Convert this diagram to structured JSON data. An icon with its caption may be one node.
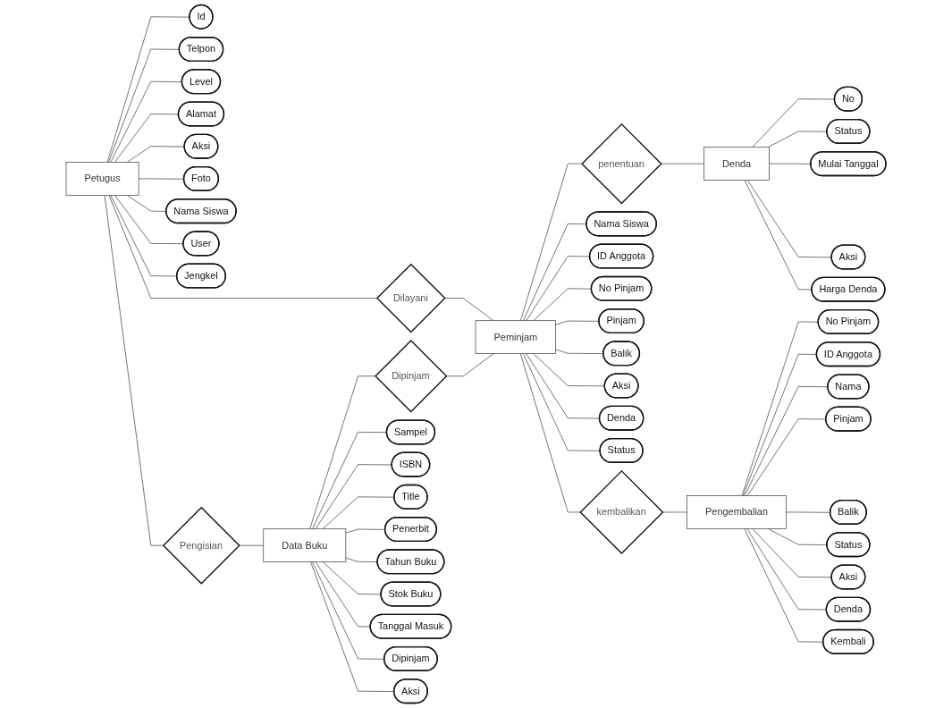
{
  "diagram": {
    "nodes": [
      {
        "text": [
          "Petugus"
        ]
      },
      {
        "text": [
          "Id"
        ]
      },
      {
        "text": [
          "Telpon"
        ]
      },
      {
        "text": [
          "Level"
        ]
      },
      {
        "text": [
          "Alamat"
        ]
      },
      {
        "text": [
          "Aksi"
        ]
      },
      {
        "text": [
          "Foto"
        ]
      },
      {
        "text": [
          "Nama Siswa"
        ]
      },
      {
        "text": [
          "User"
        ]
      },
      {
        "text": [
          "Jengkel"
        ]
      },
      {
        "text": [
          "Denda"
        ]
      },
      {
        "text": [
          "No"
        ]
      },
      {
        "text": [
          "Status"
        ]
      },
      {
        "text": [
          "Mulai Tanggal"
        ]
      },
      {
        "text": [
          "Aksi"
        ]
      },
      {
        "text": [
          "Harga Denda"
        ]
      },
      {
        "text": [
          "penentuan"
        ]
      },
      {
        "text": [
          "Dilayani"
        ]
      },
      {
        "text": [
          "Peminjam"
        ]
      },
      {
        "text": [
          "Nama Siswa"
        ]
      },
      {
        "text": [
          "ID Anggota"
        ]
      },
      {
        "text": [
          "No Pinjam"
        ]
      },
      {
        "text": [
          "Pinjam"
        ]
      },
      {
        "text": [
          "Balik"
        ]
      },
      {
        "text": [
          "Aksi"
        ]
      },
      {
        "text": [
          "Denda"
        ]
      },
      {
        "text": [
          "Status"
        ]
      },
      {
        "text": [
          "Pengisian"
        ]
      },
      {
        "text": [
          "Dipinjam"
        ]
      },
      {
        "text": [
          "kembalikan"
        ]
      },
      {
        "text": [
          "Data Buku"
        ]
      },
      {
        "text": [
          "Sampel"
        ]
      },
      {
        "text": [
          "ISBN"
        ]
      },
      {
        "text": [
          "Title"
        ]
      },
      {
        "text": [
          "Penerbit"
        ]
      },
      {
        "text": [
          "Tahun Buku"
        ]
      },
      {
        "text": [
          "Stok Buku"
        ]
      },
      {
        "text": [
          "Tanggal Masuk"
        ]
      },
      {
        "text": [
          "Dipinjam"
        ]
      },
      {
        "text": [
          "Aksi"
        ]
      },
      {
        "text": [
          "Pengembalian"
        ]
      },
      {
        "text": [
          "No Pinjam"
        ]
      },
      {
        "text": [
          "ID Anggota"
        ]
      },
      {
        "text": [
          "Nama"
        ]
      },
      {
        "text": [
          "Pinjam"
        ]
      },
      {
        "text": [
          "Balik"
        ]
      },
      {
        "text": [
          "Status"
        ]
      },
      {
        "text": [
          "Aksi"
        ]
      },
      {
        "text": [
          "Denda"
        ]
      },
      {
        "text": [
          "Kembali"
        ]
      }
    ],
    "edges": [
      {
        "from": 0,
        "to": 1,
        "arrow": "none"
      },
      {
        "from": 0,
        "to": 2,
        "arrow": "none"
      },
      {
        "from": 0,
        "to": 3,
        "arrow": "none"
      },
      {
        "from": 0,
        "to": 4,
        "arrow": "none"
      },
      {
        "from": 0,
        "to": 5,
        "arrow": "none"
      },
      {
        "from": 0,
        "to": 6,
        "arrow": "none"
      },
      {
        "from": 0,
        "to": 7,
        "arrow": "none"
      },
      {
        "from": 0,
        "to": 8,
        "arrow": "none"
      },
      {
        "from": 0,
        "to": 9,
        "arrow": "none"
      },
      {
        "from": 10,
        "to": 11,
        "arrow": "none"
      },
      {
        "from": 10,
        "to": 12,
        "arrow": "none"
      },
      {
        "from": 10,
        "to": 13,
        "arrow": "none"
      },
      {
        "from": 10,
        "to": 14,
        "arrow": "none"
      },
      {
        "from": 10,
        "to": 15,
        "arrow": "none"
      },
      {
        "from": 0,
        "to": 17,
        "arrow": "none"
      },
      {
        "from": 17,
        "to": 18,
        "arrow": "none"
      },
      {
        "from": 18,
        "to": 16,
        "arrow": "none"
      },
      {
        "from": 16,
        "to": 10,
        "arrow": "none"
      },
      {
        "from": 18,
        "to": 19,
        "arrow": "none"
      },
      {
        "from": 18,
        "to": 20,
        "arrow": "none"
      },
      {
        "from": 18,
        "to": 21,
        "arrow": "none"
      },
      {
        "from": 18,
        "to": 22,
        "arrow": "none"
      },
      {
        "from": 18,
        "to": 23,
        "arrow": "none"
      },
      {
        "from": 18,
        "to": 24,
        "arrow": "none"
      },
      {
        "from": 18,
        "to": 25,
        "arrow": "none"
      },
      {
        "from": 18,
        "to": 26,
        "arrow": "none"
      },
      {
        "from": 0,
        "to": 27,
        "arrow": "none"
      },
      {
        "from": 27,
        "to": 30,
        "arrow": "none"
      },
      {
        "from": 30,
        "to": 28,
        "arrow": "none"
      },
      {
        "from": 28,
        "to": 18,
        "arrow": "none"
      },
      {
        "from": 18,
        "to": 29,
        "arrow": "none"
      },
      {
        "from": 29,
        "to": 40,
        "arrow": "none"
      },
      {
        "from": 30,
        "to": 31,
        "arrow": "none"
      },
      {
        "from": 30,
        "to": 32,
        "arrow": "none"
      },
      {
        "from": 30,
        "to": 33,
        "arrow": "none"
      },
      {
        "from": 30,
        "to": 34,
        "arrow": "none"
      },
      {
        "from": 30,
        "to": 35,
        "arrow": "none"
      },
      {
        "from": 30,
        "to": 36,
        "arrow": "none"
      },
      {
        "from": 30,
        "to": 37,
        "arrow": "none"
      },
      {
        "from": 30,
        "to": 38,
        "arrow": "none"
      },
      {
        "from": 30,
        "to": 39,
        "arrow": "none"
      },
      {
        "from": 40,
        "to": 41,
        "arrow": "none"
      },
      {
        "from": 40,
        "to": 42,
        "arrow": "none"
      },
      {
        "from": 40,
        "to": 43,
        "arrow": "none"
      },
      {
        "from": 40,
        "to": 44,
        "arrow": "none"
      },
      {
        "from": 40,
        "to": 45,
        "arrow": "none"
      },
      {
        "from": 40,
        "to": 46,
        "arrow": "none"
      },
      {
        "from": 40,
        "to": 47,
        "arrow": "none"
      },
      {
        "from": 40,
        "to": 48,
        "arrow": "none"
      },
      {
        "from": 40,
        "to": 49,
        "arrow": "none"
      }
    ]
  }
}
